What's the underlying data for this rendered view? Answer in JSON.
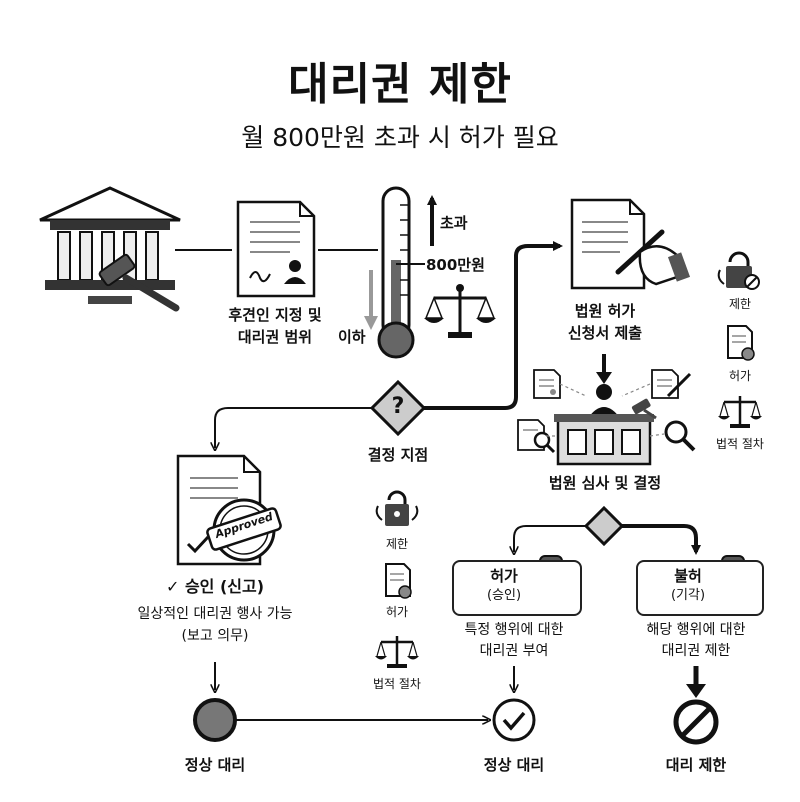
{
  "title": "대리권 제한",
  "subtitle": "월 800만원 초과 시 허가 필요",
  "flow": {
    "guardian_label_1": "후견인 지정 및",
    "guardian_label_2": "대리권 범위",
    "over": "초과",
    "threshold": "800만원",
    "under": "이하",
    "decision": "결정 지점",
    "decision_symbol": "?",
    "petition_1": "법원 허가",
    "petition_2": "신청서 제출",
    "review": "법원 심사 및 결정"
  },
  "legend_right": [
    "제한",
    "허가",
    "법적 절차"
  ],
  "legend_center": [
    "제한",
    "허가",
    "법적 절차"
  ],
  "left_branch": {
    "stamp": "Approved",
    "result": "✓ 승인 (신고)",
    "desc_1": "일상적인 대리권 행사 가능",
    "desc_2": "(보고 의무)",
    "final": "정상 대리"
  },
  "permit": {
    "title": "허가",
    "sub": "(승인)",
    "desc_1": "특정 행위에 대한",
    "desc_2": "대리권 부여",
    "final": "정상 대리"
  },
  "deny": {
    "title": "불허",
    "sub": "(기각)",
    "desc_1": "해당 행위에 대한",
    "desc_2": "대리권 제한",
    "final": "대리 제한"
  }
}
